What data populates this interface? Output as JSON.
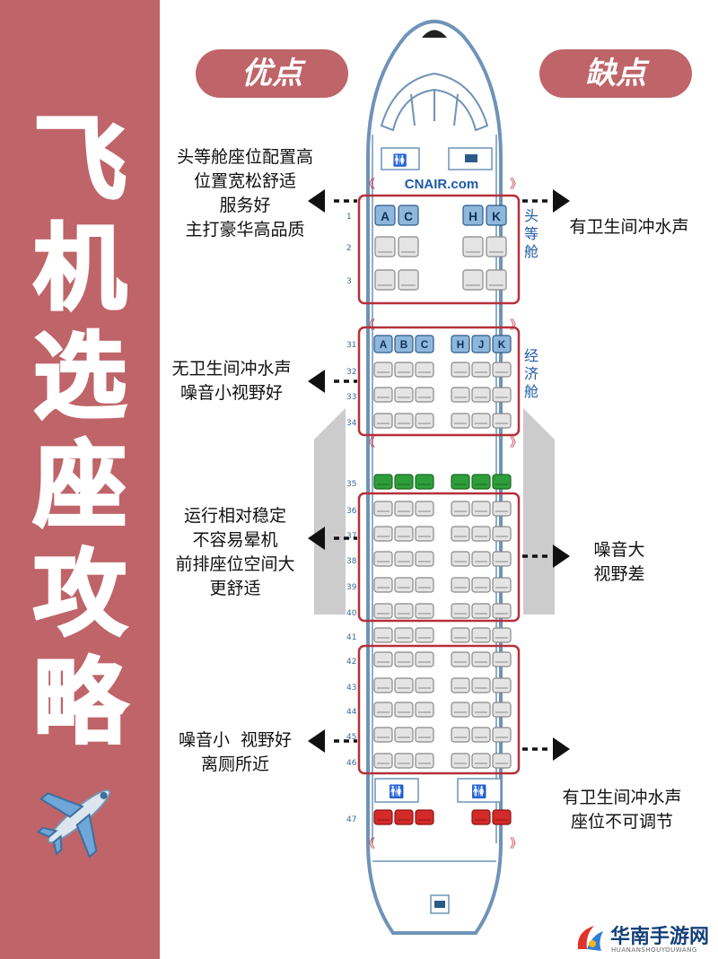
{
  "title_chars": [
    "飞",
    "机",
    "选",
    "座",
    "攻",
    "略"
  ],
  "pros_label": "优点",
  "cons_label": "缺点",
  "site_label": "CNAIR.com",
  "cabin_first": [
    "头",
    "等",
    "舱"
  ],
  "cabin_economy": [
    "经",
    "济",
    "舱"
  ],
  "notes_left": [
    [
      "头等舱座位配置高",
      "位置宽松舒适",
      "服务好",
      "主打豪华高品质"
    ],
    [
      "无卫生间冲水声",
      "噪音小视野好"
    ],
    [
      "运行相对稳定",
      "不容易晕机",
      "前排座位空间大",
      "更舒适"
    ],
    [
      "噪音小  视野好",
      "离厕所近"
    ]
  ],
  "notes_right": [
    [
      "有卫生间冲水声"
    ],
    [
      "噪音大",
      "视野差"
    ],
    [
      "有卫生间冲水声",
      "座位不可调节"
    ]
  ],
  "first_letters_left": [
    "A",
    "C"
  ],
  "first_letters_right": [
    "H",
    "K"
  ],
  "econ_letters_left": [
    "A",
    "B",
    "C"
  ],
  "econ_letters_right": [
    "H",
    "J",
    "K"
  ],
  "rows_first": [
    "1",
    "2",
    "3"
  ],
  "rows_econ": [
    "31",
    "32",
    "33",
    "34",
    "35",
    "36",
    "37",
    "38",
    "39",
    "40",
    "41",
    "42",
    "43",
    "44",
    "45",
    "46",
    "47"
  ],
  "colors": {
    "band": "#bf6469",
    "seat_blue": "#8fb7dc",
    "seat_green": "#2e9e3a",
    "seat_red": "#d42a2a",
    "frame": "#b5303a",
    "fuselage": "#6f93b8"
  },
  "logo": {
    "name": "华南手游网",
    "sub": "HUANANSHOUYOUWANG"
  }
}
